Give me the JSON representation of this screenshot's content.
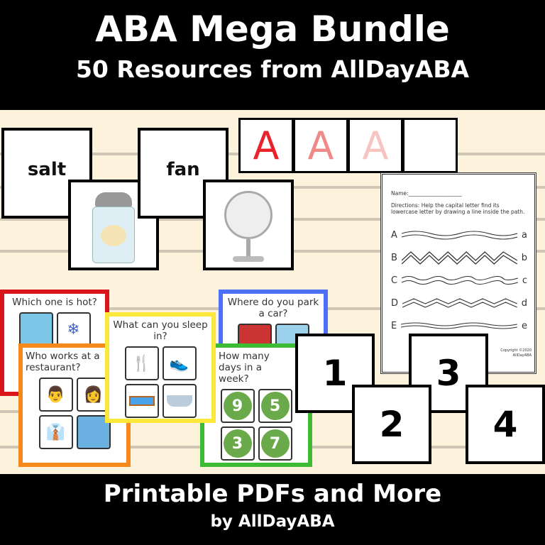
{
  "header": {
    "title": "ABA Mega Bundle",
    "subtitle": "50 Resources from AllDayABA"
  },
  "footer": {
    "title": "Printable PDFs and More",
    "subtitle": "by AllDayABA"
  },
  "word_cards": [
    "salt",
    "fan"
  ],
  "letter_cards": [
    {
      "letter": "A",
      "color": "#e8232b"
    },
    {
      "letter": "A",
      "color": "#f08a88"
    },
    {
      "letter": "A",
      "color": "#f6c4c1"
    },
    {
      "letter": "",
      "color": "#000000"
    }
  ],
  "worksheet": {
    "name_label": "Name:____________________",
    "directions": "Directions: Help the capital letter find its lowercase letter by drawing a line inside the path.",
    "rows": [
      [
        "A",
        "a"
      ],
      [
        "B",
        "b"
      ],
      [
        "C",
        "c"
      ],
      [
        "D",
        "d"
      ],
      [
        "E",
        "e"
      ]
    ],
    "copyright": "Copyright ©2020 AllDayABA"
  },
  "question_cards": [
    {
      "question": "Which one is hot?",
      "color": "#d9141b"
    },
    {
      "question": "Who works at a restaurant?",
      "color": "#f7891c"
    },
    {
      "question": "What can you sleep in?",
      "color": "#fbe83a"
    },
    {
      "question": "Where do you park a car?",
      "color": "#4d6ff5"
    },
    {
      "question": "How many days in a week?",
      "color": "#3dbb35",
      "options": [
        "9",
        "5",
        "3",
        "7"
      ]
    }
  ],
  "number_cards": [
    "1",
    "2",
    "3",
    "4"
  ]
}
